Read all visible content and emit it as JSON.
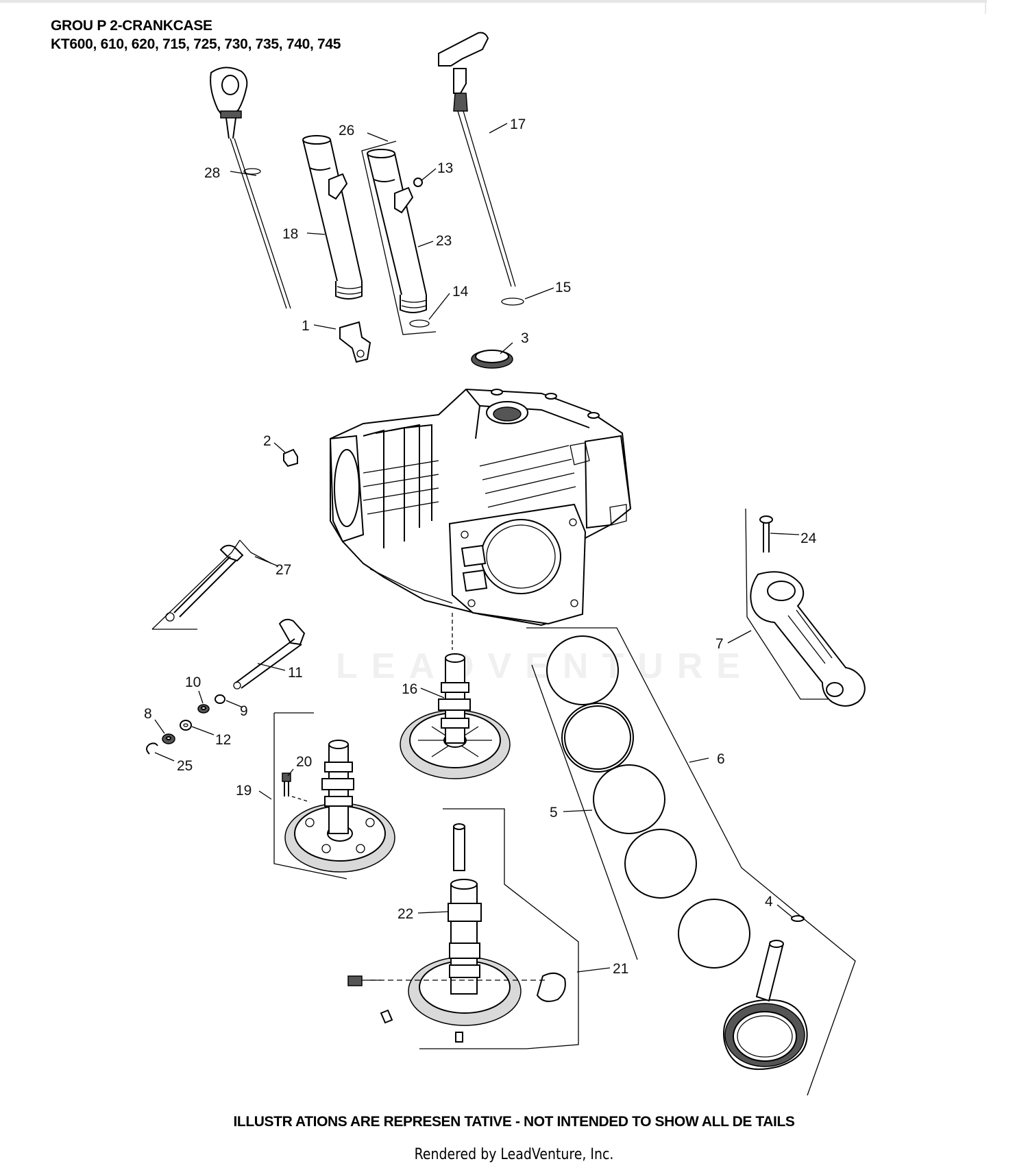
{
  "header": {
    "group_title": "GROU P 2-CRANKCASE",
    "models": "KT600, 610, 620, 715, 725, 730, 735, 740, 745"
  },
  "callouts": {
    "c1": "1",
    "c2": "2",
    "c3": "3",
    "c4": "4",
    "c5": "5",
    "c6": "6",
    "c7": "7",
    "c8": "8",
    "c9": "9",
    "c10": "10",
    "c11": "11",
    "c12": "12",
    "c13": "13",
    "c14": "14",
    "c15": "15",
    "c16": "16",
    "c17": "17",
    "c18": "18",
    "c19": "19",
    "c20": "20",
    "c21": "21",
    "c22": "22",
    "c23": "23",
    "c24": "24",
    "c25": "25",
    "c26": "26",
    "c27": "27",
    "c28": "28"
  },
  "watermark": "LEADVENTURE",
  "footer": {
    "disclaimer": "ILLUSTR ATIONS ARE REPRESEN    TATIVE - NOT INTENDED    TO SHOW  ALL DE TAILS",
    "rendered_by": "Rendered by LeadVenture, Inc."
  }
}
